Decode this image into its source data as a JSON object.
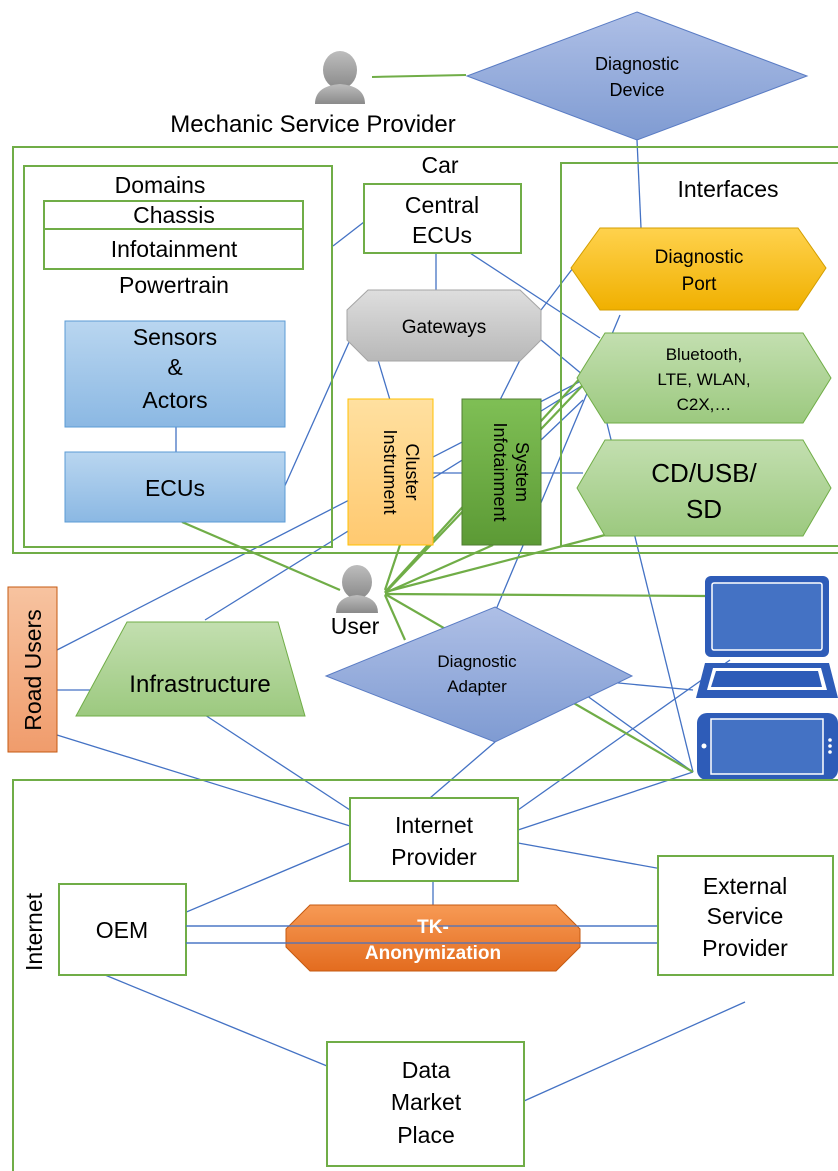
{
  "labels": {
    "diagnostic_device": [
      "Diagnostic",
      "Device"
    ],
    "mechanic_service_provider": "Mechanic Service Provider",
    "car": "Car",
    "domains": "Domains",
    "chassis": "Chassis",
    "infotainment": "Infotainment",
    "powertrain": "Powertrain",
    "central_ecus": [
      "Central",
      "ECUs"
    ],
    "interfaces": "Interfaces",
    "diagnostic_port": [
      "Diagnostic",
      "Port"
    ],
    "gateways": "Gateways",
    "sensors_actors": [
      "Sensors",
      "&",
      "Actors"
    ],
    "bluetooth": [
      "Bluetooth,",
      "LTE, WLAN,",
      "C2X,…"
    ],
    "instrument_cluster": [
      "Instrument",
      "Cluster"
    ],
    "infotainment_system": [
      "Infotainment",
      "System"
    ],
    "ecus": "ECUs",
    "cd_usb_sd": [
      "CD/USB/",
      "SD"
    ],
    "user": "User",
    "road_users": "Road Users",
    "infrastructure": "Infrastructure",
    "diagnostic_adapter": [
      "Diagnostic",
      "Adapter"
    ],
    "internet_provider": [
      "Internet",
      "Provider"
    ],
    "internet": "Internet",
    "oem": "OEM",
    "tk_anonymization": [
      "TK-",
      "Anonymization"
    ],
    "external_service_provider": [
      "External",
      "Service",
      "Provider"
    ],
    "data_market_place": [
      "Data",
      "Market",
      "Place"
    ]
  },
  "icons": {
    "person": "person-icon",
    "laptop": "laptop-icon",
    "tablet": "tablet-icon"
  },
  "colors": {
    "green_border": "#70ad47",
    "blue_line": "#4472c4",
    "green_line": "#70ad47",
    "diamond_fill": "#8ea9db",
    "box_blue": "#9dc3e6",
    "gray_fill": "#c9c9c9",
    "yellow_fill": "#ffc000",
    "light_green": "#a9d18e",
    "dark_green": "#70ad47",
    "light_orange": "#ffd47f",
    "orange": "#ed7d31",
    "salmon": "#f4b183",
    "device_blue": "#4472c4"
  }
}
